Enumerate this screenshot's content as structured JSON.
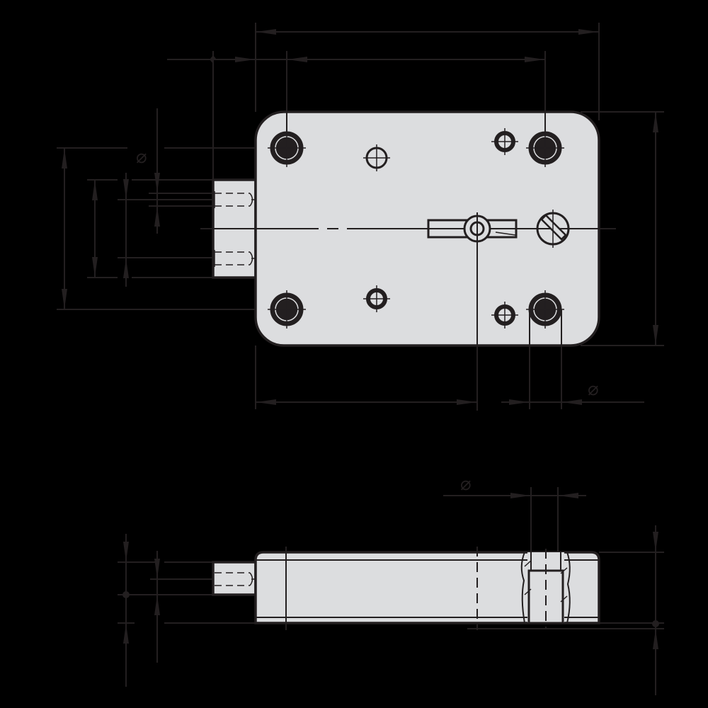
{
  "drawing": {
    "title": "Lock body technical drawing",
    "colors": {
      "background": "#000000",
      "line": "#231f20",
      "part_fill": "#dcdddf"
    },
    "views": [
      {
        "name": "front-view",
        "description": "Rectangular lock case with rounded corners, 4 mounting holes, 4 small screw holes, key slot with bolt and slotted screw, threaded bolt stub on left"
      },
      {
        "name": "side-view",
        "description": "Lock case side profile with bolt stub on left and threaded insert section on right"
      }
    ],
    "annotations": {
      "diameter_symbol_1": "⌀",
      "diameter_symbol_2": "⌀",
      "diameter_symbol_3": "⌀"
    }
  }
}
